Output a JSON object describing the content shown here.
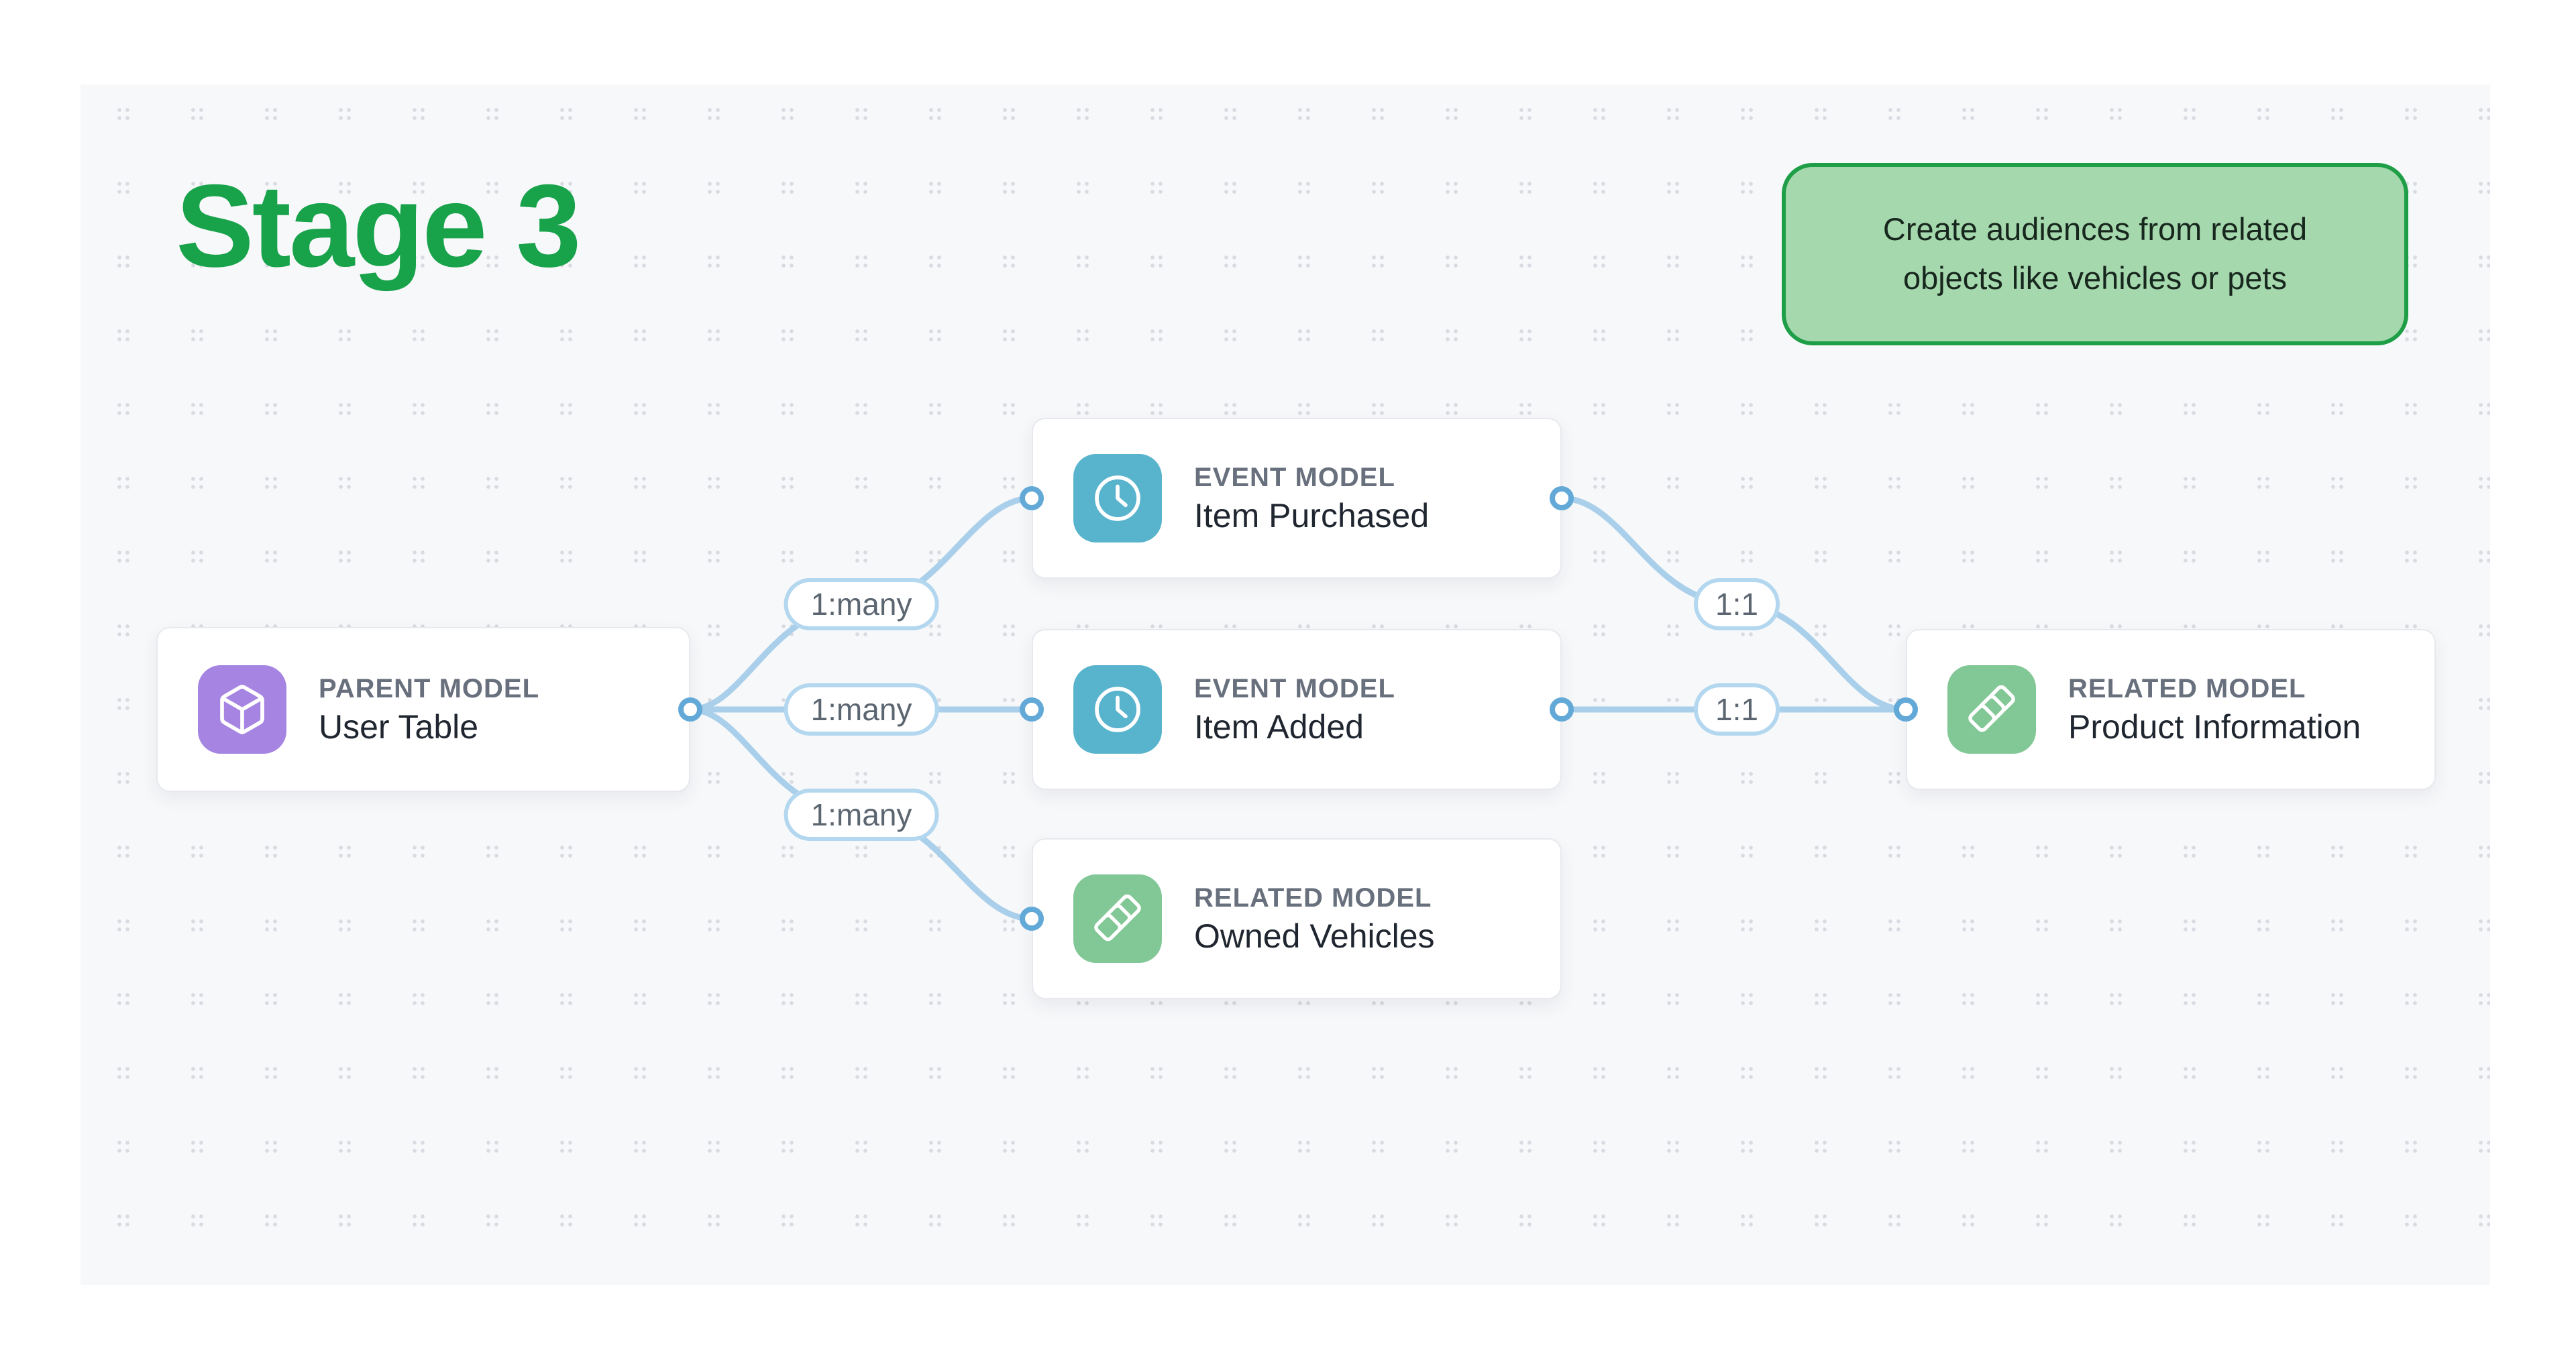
{
  "diagram": {
    "stage_title": "Stage 3",
    "callout_note": "Create audiences from related objects like vehicles or pets",
    "nodes": {
      "parent": {
        "type_label": "PARENT MODEL",
        "name": "User Table",
        "icon": "cube-icon",
        "color": "#A584E2"
      },
      "event_purchased": {
        "type_label": "EVENT MODEL",
        "name": "Item Purchased",
        "icon": "clock-icon",
        "color": "#58B3CD"
      },
      "event_added": {
        "type_label": "EVENT MODEL",
        "name": "Item Added",
        "icon": "clock-icon",
        "color": "#58B3CD"
      },
      "related_vehicles": {
        "type_label": "RELATED MODEL",
        "name": "Owned Vehicles",
        "icon": "stack-icon",
        "color": "#82C796"
      },
      "related_product": {
        "type_label": "RELATED MODEL",
        "name": "Product Information",
        "icon": "stack-icon",
        "color": "#82C796"
      }
    },
    "edges": [
      {
        "from": "User Table",
        "to": "Item Purchased",
        "label": "1:many"
      },
      {
        "from": "User Table",
        "to": "Item Added",
        "label": "1:many"
      },
      {
        "from": "User Table",
        "to": "Owned Vehicles",
        "label": "1:many"
      },
      {
        "from": "Item Purchased",
        "to": "Product Information",
        "label": "1:1"
      },
      {
        "from": "Item Added",
        "to": "Product Information",
        "label": "1:1"
      }
    ],
    "colors": {
      "stage_title": "#18A34B",
      "callout_fill": "#A6D8AE",
      "callout_border": "#1D9E47",
      "canvas_background": "#F7F8FA",
      "edge_line": "#A9CFEA",
      "connector_ring": "#63A9D8",
      "parent_icon": "#A584E2",
      "event_icon": "#58B3CD",
      "related_icon": "#82C796"
    }
  }
}
